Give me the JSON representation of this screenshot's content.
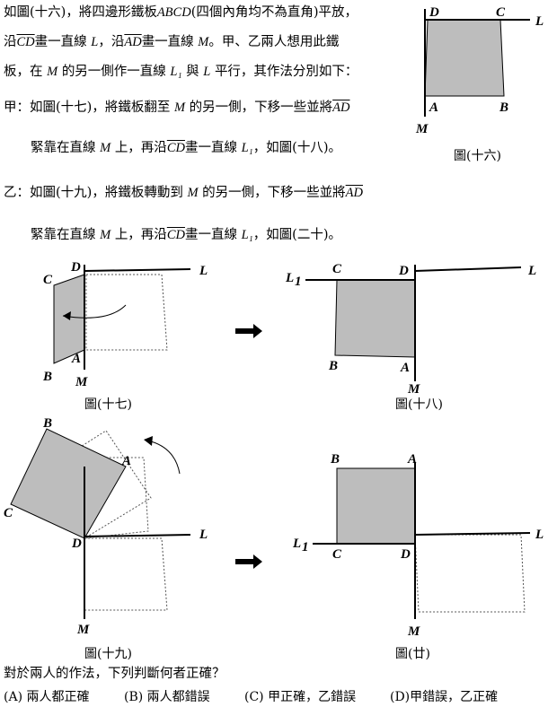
{
  "question": {
    "line1_a": "如圖(十六)，將四邊形鐵板",
    "line1_quad": "ABCD",
    "line1_b": "(四個內角均不為直角)平放，",
    "line2_a": "沿",
    "line2_seg1": "CD",
    "line2_b": "畫一直線",
    "line2_L": "L",
    "line2_c": "，沿",
    "line2_seg2": "AD",
    "line2_d": "畫一直線",
    "line2_M": "M",
    "line2_e": "。甲、乙兩人想用此鐵",
    "line3_a": "板，在",
    "line3_M": "M",
    "line3_b": "的另一側作一直線",
    "line3_L1": "L₁",
    "line3_c": "與",
    "line3_L": "L",
    "line3_d": "平行，其作法分別如下：",
    "line4_a": "甲：如圖(十七)，將鐵板翻至",
    "line4_M": "M",
    "line4_b": "的另一側，下移一些並將",
    "line4_seg": "AD",
    "line5_a": "緊靠在直線",
    "line5_M": "M",
    "line5_b": "上，再沿",
    "line5_seg": "CD",
    "line5_c": "畫一直線",
    "line5_L1": "L₁",
    "line5_d": "，如圖(十八)。",
    "line6_a": "乙：如圖(十九)，將鐵板轉動到",
    "line6_M": "M",
    "line6_b": "的另一側，下移一些並將",
    "line6_seg": "AD",
    "line7_a": "緊靠在直線",
    "line7_M": "M",
    "line7_b": "上，再沿",
    "line7_seg": "CD",
    "line7_c": "畫一直線",
    "line7_L1": "L₁",
    "line7_d": "，如圖(二十)。",
    "prompt": "對於兩人的作法，下列判斷何者正確？"
  },
  "figures": {
    "fig16": {
      "caption": "圖(十六)",
      "labels": {
        "A": "A",
        "B": "B",
        "C": "C",
        "D": "D",
        "L": "L",
        "M": "M"
      }
    },
    "fig17": {
      "caption": "圖(十七)",
      "labels": {
        "A": "A",
        "B": "B",
        "C": "C",
        "D": "D",
        "L": "L",
        "M": "M"
      }
    },
    "fig18": {
      "caption": "圖(十八)",
      "labels": {
        "A": "A",
        "B": "B",
        "C": "C",
        "D": "D",
        "L": "L",
        "L1": "L",
        "L1sub": "1",
        "M": "M"
      }
    },
    "fig19": {
      "caption": "圖(十九)",
      "labels": {
        "A": "A",
        "B": "B",
        "C": "C",
        "D": "D",
        "L": "L",
        "M": "M"
      }
    },
    "fig20": {
      "caption": "圖(廿)",
      "labels": {
        "A": "A",
        "B": "B",
        "C": "C",
        "D": "D",
        "L": "L",
        "L1": "L",
        "L1sub": "1",
        "M": "M"
      }
    }
  },
  "choices": [
    "(A) 兩人都正確",
    "(B) 兩人都錯誤",
    "(C) 甲正確，乙錯誤",
    "(D)甲錯誤，乙正確"
  ],
  "colors": {
    "plate_fill": "#bdbdbd",
    "ink": "#000000"
  }
}
